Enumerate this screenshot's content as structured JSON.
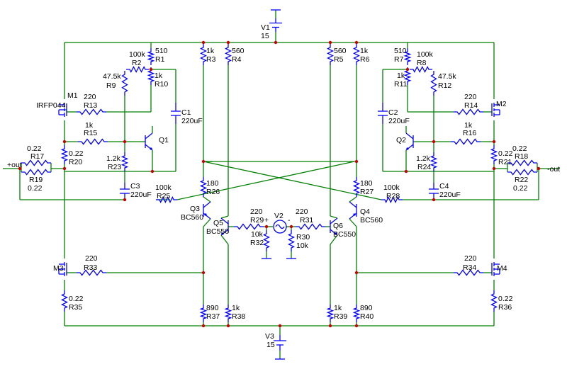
{
  "colors": {
    "wire": "#008000",
    "component": "#0000ff",
    "node": "#cc0000",
    "text": "#000000"
  },
  "supplies": {
    "v1": {
      "name": "V1",
      "value": "15"
    },
    "v3": {
      "name": "V3",
      "value": "15"
    },
    "v2": {
      "name": "V2"
    }
  },
  "resistors": {
    "r1": {
      "name": "R1",
      "value": "510"
    },
    "r2": {
      "name": "R2",
      "value": "100k"
    },
    "r9": {
      "name": "R9",
      "value": "47.5k"
    },
    "r10": {
      "name": "R10",
      "value": "1k"
    },
    "r13": {
      "name": "R13",
      "value": "220"
    },
    "r15": {
      "name": "R15",
      "value": "1k"
    },
    "r17": {
      "name": "R17",
      "value": "0.22"
    },
    "r19": {
      "name": "R19",
      "value": "0.22"
    },
    "r20": {
      "name": "R20",
      "value": "0.22"
    },
    "r23": {
      "name": "R23",
      "value": "1.2k"
    },
    "r25": {
      "name": "R25",
      "value": "100k"
    },
    "r3": {
      "name": "R3",
      "value": "1k"
    },
    "r4": {
      "name": "R4",
      "value": "560"
    },
    "r5": {
      "name": "R5",
      "value": "560"
    },
    "r6": {
      "name": "R6",
      "value": "1k"
    },
    "r26": {
      "name": "R26",
      "value": "180"
    },
    "r27": {
      "name": "R27",
      "value": "180"
    },
    "r29": {
      "name": "R29",
      "value": "220"
    },
    "r31": {
      "name": "R31",
      "value": "220"
    },
    "r32": {
      "name": "R32",
      "value": "10k"
    },
    "r30": {
      "name": "R30",
      "value": "10k"
    },
    "r7": {
      "name": "R7",
      "value": "510"
    },
    "r8": {
      "name": "R8",
      "value": "100k"
    },
    "r11": {
      "name": "R11",
      "value": "1k"
    },
    "r12": {
      "name": "R12",
      "value": "47.5k"
    },
    "r14": {
      "name": "R14",
      "value": "220"
    },
    "r16": {
      "name": "R16",
      "value": "1k"
    },
    "r18": {
      "name": "R18",
      "value": "0.22"
    },
    "r21": {
      "name": "R21",
      "value": "0.22"
    },
    "r22": {
      "name": "R22",
      "value": "0.22"
    },
    "r24": {
      "name": "R24",
      "value": "1.2k"
    },
    "r28": {
      "name": "R28",
      "value": "100k"
    },
    "r33": {
      "name": "R33",
      "value": "220"
    },
    "r34": {
      "name": "R34",
      "value": "220"
    },
    "r35": {
      "name": "R35",
      "value": "0.22"
    },
    "r36": {
      "name": "R36",
      "value": "0.22"
    },
    "r37": {
      "name": "R37",
      "value": "890"
    },
    "r38": {
      "name": "R38",
      "value": "1k"
    },
    "r39": {
      "name": "R39",
      "value": "1k"
    },
    "r40": {
      "name": "R40",
      "value": "890"
    }
  },
  "capacitors": {
    "c1": {
      "name": "C1",
      "value": "220uF"
    },
    "c2": {
      "name": "C2",
      "value": "220uF"
    },
    "c3": {
      "name": "C3",
      "value": "220uF"
    },
    "c4": {
      "name": "C4",
      "value": "220uF"
    }
  },
  "transistors": {
    "m1": {
      "name": "M1",
      "model": "IRFP044"
    },
    "m2": {
      "name": "M2"
    },
    "m3": {
      "name": "M3"
    },
    "m4": {
      "name": "M4"
    },
    "q1": {
      "name": "Q1"
    },
    "q2": {
      "name": "Q2"
    },
    "q3": {
      "name": "Q3",
      "model": "BC560"
    },
    "q4": {
      "name": "Q4",
      "model": "BC560"
    },
    "q5": {
      "name": "Q5",
      "model": "BC550"
    },
    "q6": {
      "name": "Q6",
      "model": "BC550"
    }
  },
  "ports": {
    "out_pos": "+out",
    "out_neg": "-out"
  },
  "polarity": {
    "plus": "+",
    "minus": "-"
  }
}
